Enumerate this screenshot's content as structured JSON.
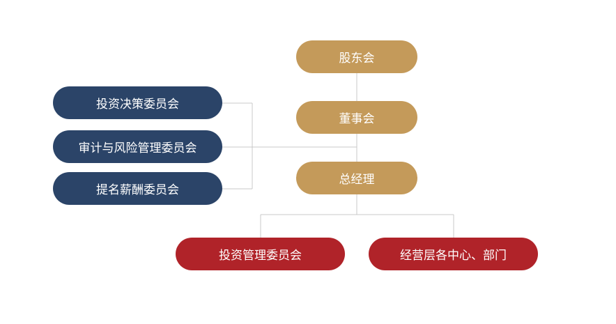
{
  "org_chart": {
    "shareholders": "股东会",
    "board": "董事会",
    "general_manager": "总经理",
    "committees": {
      "investment_decision": "投资决策委员会",
      "audit_risk": "审计与风险管理委员会",
      "nomination_compensation": "提名薪酬委员会"
    },
    "reports": {
      "investment_management": "投资管理委员会",
      "operations_centers": "经营层各中心、部门"
    }
  },
  "colors": {
    "core_nodes": "#c49a5a",
    "board_committees": "#2b4468",
    "management_units": "#b02329",
    "connector": "#c8c8c8"
  }
}
